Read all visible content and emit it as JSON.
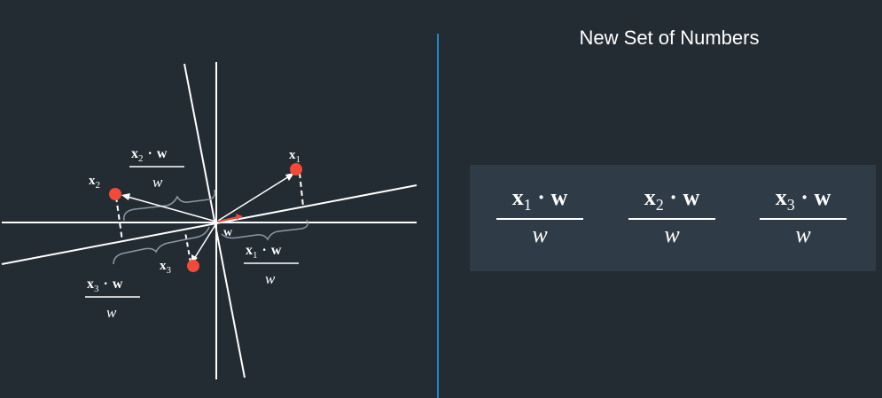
{
  "title": "New Set of Numbers",
  "colors": {
    "background": "#232b33",
    "panel": "#2f3b47",
    "divider": "#1e88c8",
    "point": "#f24a36",
    "line": "#ffffff"
  },
  "diagram": {
    "points": [
      {
        "base": "x",
        "sub": "1"
      },
      {
        "base": "x",
        "sub": "2"
      },
      {
        "base": "x",
        "sub": "3"
      }
    ],
    "vector_label": "w",
    "projection_labels": [
      {
        "base": "x",
        "sub": "1",
        "dot": "·",
        "vec": "w",
        "den": "w"
      },
      {
        "base": "x",
        "sub": "2",
        "dot": "·",
        "vec": "w",
        "den": "w"
      },
      {
        "base": "x",
        "sub": "3",
        "dot": "·",
        "vec": "w",
        "den": "w"
      }
    ]
  },
  "panel": {
    "fractions": [
      {
        "base": "x",
        "sub": "1",
        "dot": "·",
        "vec": "w",
        "den": "w"
      },
      {
        "base": "x",
        "sub": "2",
        "dot": "·",
        "vec": "w",
        "den": "w"
      },
      {
        "base": "x",
        "sub": "3",
        "dot": "·",
        "vec": "w",
        "den": "w"
      }
    ]
  }
}
